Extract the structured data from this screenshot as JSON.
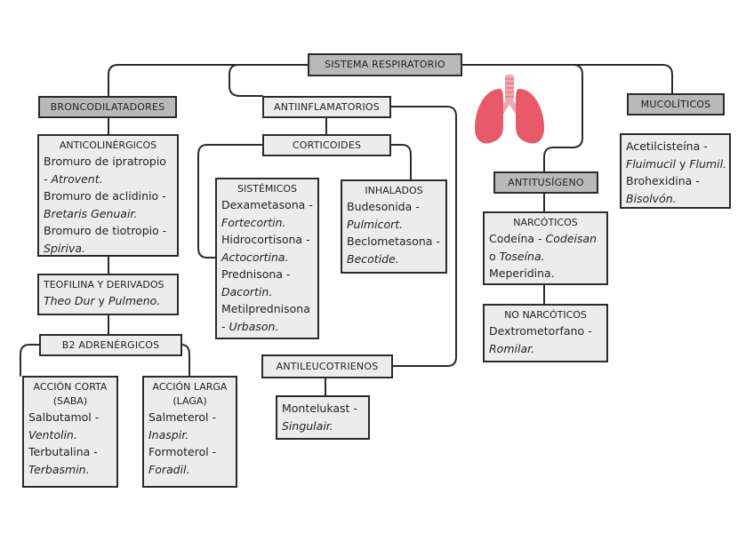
{
  "title": "SISTEMA RESPIRATORIO",
  "branches": {
    "broncodilatadores": {
      "label": "BRONCODILATADORES",
      "anticolinergicos": {
        "title": "ANTICOLINÉRGICOS",
        "l1": "Bromuro de ipratropio",
        "l2_a": "- ",
        "l2_b": "Atrovent.",
        "l3": "Bromuro de aclidinio -",
        "l4": "Bretaris Genuair.",
        "l5": "Bromuro de tiotropio -",
        "l6": "Spiriva."
      },
      "teofilina": {
        "title": "TEOFILINA Y DERIVADOS",
        "l1_a": "Theo Dur",
        "l1_b": " y ",
        "l1_c": "Pulmeno."
      },
      "b2": {
        "label": "B2 ADRENÉRGICOS",
        "corta": {
          "title1": "ACCIÓN CORTA",
          "title2": "(SABA)",
          "l1": "Salbutamol -",
          "l2": "Ventolin.",
          "l3": "Terbutalina -",
          "l4": "Terbasmin."
        },
        "larga": {
          "title1": "ACCIÓN LARGA",
          "title2": "(LAGA)",
          "l1": "Salmeterol -",
          "l2": "Inaspir.",
          "l3": "Formoterol -",
          "l4": "Foradil."
        }
      }
    },
    "antiinflamatorios": {
      "label": "ANTIINFLAMATORIOS",
      "corticoides": {
        "label": "CORTICOIDES",
        "sistemicos": {
          "title": "SISTÉMICOS",
          "l1": "Dexametasona -",
          "l2": "Fortecortin.",
          "l3": "Hidrocortisona -",
          "l4": "Actocortina.",
          "l5": "Prednisona -",
          "l6": "Dacortin.",
          "l7": "Metilprednisona",
          "l8_a": "- ",
          "l8_b": "Urbason."
        },
        "inhalados": {
          "title": "INHALADOS",
          "l1": "Budesonida -",
          "l2": "Pulmicort.",
          "l3": "Beclometasona -",
          "l4": "Becotide."
        }
      },
      "antileucotrienos": {
        "label": "ANTILEUCOTRIENOS",
        "l1": "Montelukast -",
        "l2": "Singulair."
      }
    },
    "antitusigeno": {
      "label": "ANTITUSÍGENO",
      "narcoticos": {
        "title": "NARCÓTICOS",
        "l1_a": "Codeína - ",
        "l1_b": "Codeisan",
        "l2_a": "o ",
        "l2_b": "Toseína.",
        "l3": "Meperidina."
      },
      "no_narcoticos": {
        "title": "NO NARCÓTICOS",
        "l1": "Dextrometorfano -",
        "l2": "Romilar."
      }
    },
    "mucoliticos": {
      "label": "MUCOLÍTICOS",
      "l1": "Acetilcisteína -",
      "l2_a": "Fluimucil",
      "l2_b": " y ",
      "l2_c": "Flumil.",
      "l3": "Brohexidina -",
      "l4": "Bisolvón."
    }
  },
  "icon": "lungs-icon",
  "colors": {
    "box_fill": "#ececec",
    "header_fill": "#b9b9b9",
    "line": "#2b2b2b",
    "lung": "#e85a6a",
    "trachea": "#f2a6ae"
  }
}
